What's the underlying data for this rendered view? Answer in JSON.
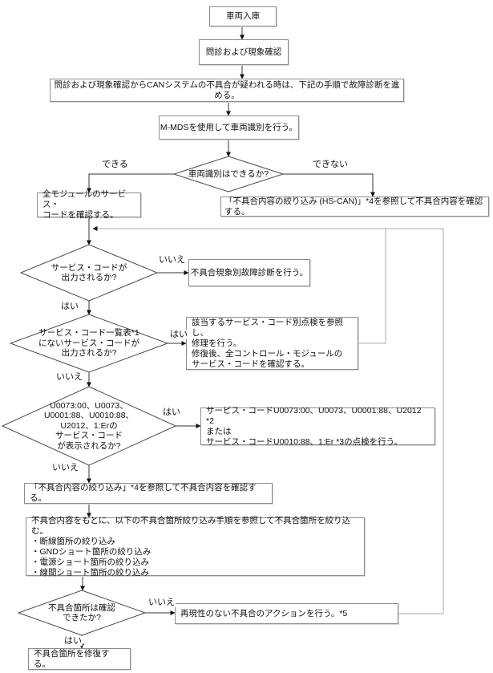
{
  "labels": {
    "yes": "はい",
    "no": "いいえ",
    "can": "できる",
    "cannot": "できない"
  },
  "nodes": {
    "start": "車両入庫",
    "interview": "問診および現象確認",
    "intro": "問診および現象確認からCANシステムの不具合が疑われる時は、下記の手順で故障診断を進める。",
    "mmds": "M-MDSを使用して車両識別を行う。",
    "d_vehicle_id": "車両識別はできるか?",
    "check_all_modules": "全モジュールのサービス・\nコードを確認する。",
    "hscan_ref": "「不具合内容の絞り込み (HS-CAN)」*4を参照して不具合内容を確認する。",
    "d_code_output": "サービス・コードが\n出力されるか?",
    "symptom_diag": "不具合現象別故障診断を行う。",
    "d_code_not_listed": "サービス・コード一覧表*1\nにないサービス・コードが\n出力されるか?",
    "repair_by_code": "該当するサービス・コード別点検を参照し、\n修理を行う。\n修復後、全コントロール・モジュールの\nサービス・コードを確認する。",
    "d_specific_codes": "U0073:00、U0073、\nU0001:88、U0010:88、\nU2012、1:Erの\nサービス・コード\nが表示されるか?",
    "specific_inspection": "サービス・コードU0073:00、U0073、U0001:88、U2012 *2\nまたは\nサービス・コードU0010:88、1:Er *3の点検を行う。",
    "narrow_ref": "「不具合内容の絞り込み」*4を参照して不具合内容を確認する。",
    "narrow_steps": "不具合内容をもとに、以下の不具合箇所絞り込み手順を参照して不具合箇所を絞り込む。\n・断線箇所の絞り込み\n・GNDショート箇所の絞り込み\n・電源ショート箇所の絞り込み\n・線間ショート箇所の絞り込み",
    "d_fault_confirmed": "不具合箇所は確認\nできたか?",
    "no_repro_action": "再現性のない不具合のアクションを行う。*5",
    "repair_fault": "不具合箇所を修復する。"
  },
  "colors": {
    "flow_line": "#333333",
    "loop_line": "#a8a8a8",
    "box_border": "#8c8c8c",
    "diamond_border": "#4a4a4a"
  }
}
